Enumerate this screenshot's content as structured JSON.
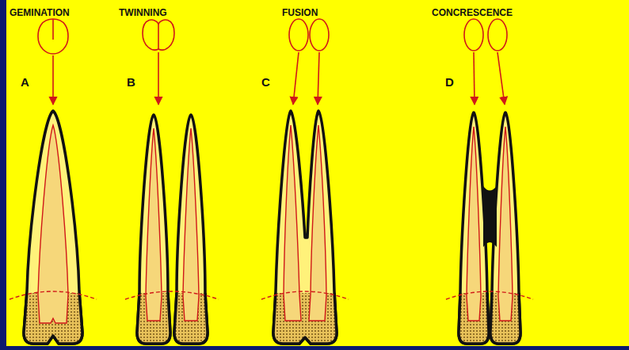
{
  "diagram": {
    "labels": [
      "GEMINATION",
      "TWINNING",
      "FUSION",
      "CONCRESCENCE",
      "A",
      "B",
      "C",
      "D"
    ]
  }
}
